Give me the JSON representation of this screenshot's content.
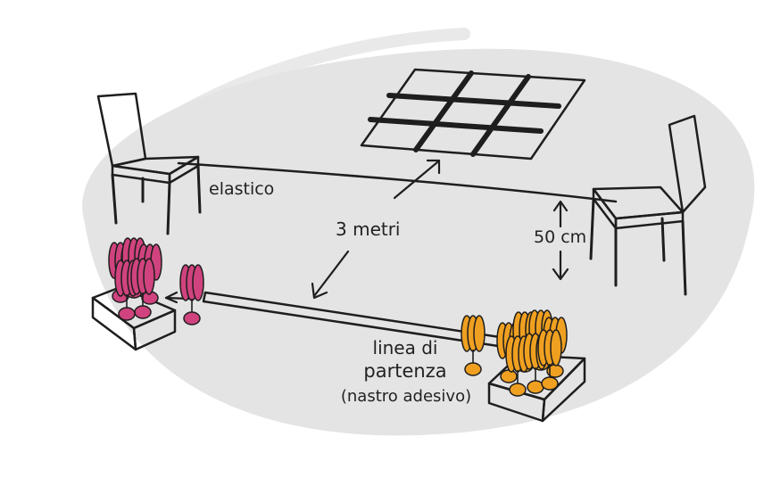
{
  "labels": {
    "elastico": "elastico",
    "distance": "3 metri",
    "height": "50 cm",
    "start_line_1": "linea di",
    "start_line_2": "partenza",
    "start_line_3": "(nastro adesivo)"
  },
  "colors": {
    "floor": "#e4e4e4",
    "ink": "#1e1e1e",
    "shuttle_left": "#d0437e",
    "shuttle_right": "#f0a020"
  }
}
